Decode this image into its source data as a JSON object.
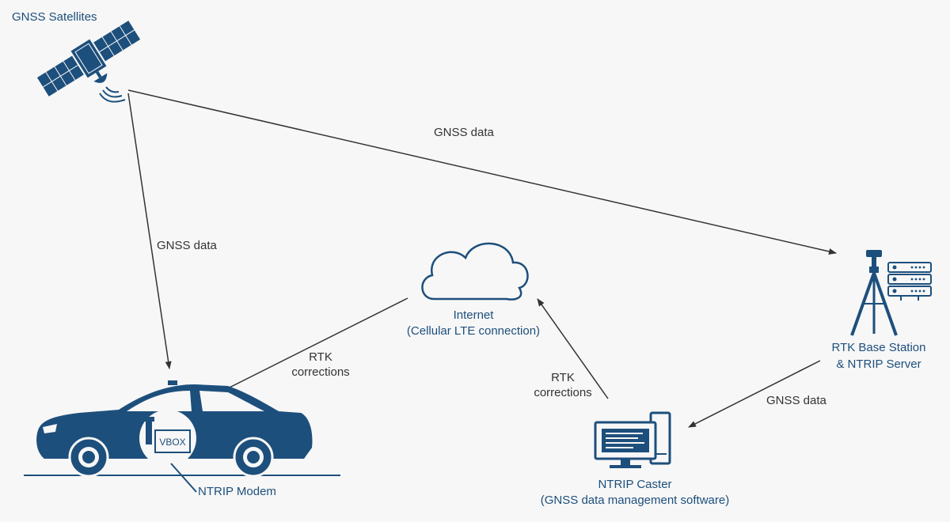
{
  "nodes": {
    "satellites": {
      "label": "GNSS Satellites"
    },
    "internet": {
      "line1": "Internet",
      "line2": "(Cellular LTE connection)"
    },
    "base_station": {
      "line1": "RTK Base Station",
      "line2": "& NTRIP Server"
    },
    "caster": {
      "line1": "NTRIP Caster",
      "line2": "(GNSS data management software)"
    },
    "modem": {
      "label": "NTRIP Modem"
    },
    "vbox": {
      "label": "VBOX"
    }
  },
  "edges": {
    "sat_to_base": {
      "label": "GNSS data"
    },
    "sat_to_car": {
      "label": "GNSS data"
    },
    "internet_to_car": {
      "line1": "RTK",
      "line2": "corrections"
    },
    "caster_to_internet": {
      "line1": "RTK",
      "line2": "corrections"
    },
    "base_to_caster": {
      "label": "GNSS data"
    }
  },
  "colors": {
    "accent": "#1d4f7c",
    "arrow": "#333333",
    "background": "#f7f7f7"
  }
}
